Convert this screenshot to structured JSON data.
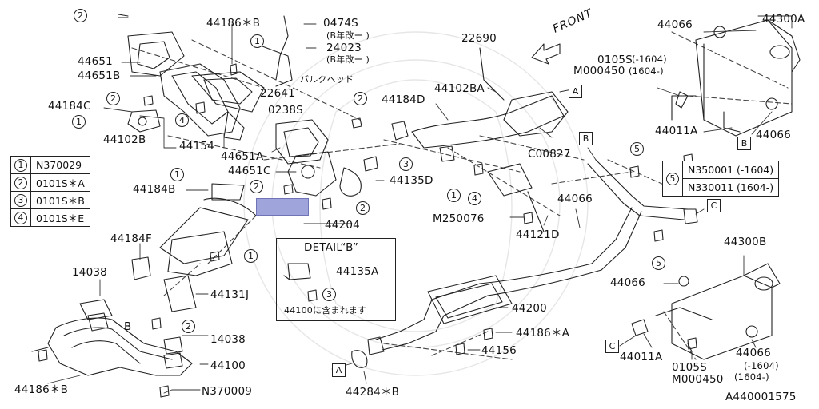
{
  "diagram": {
    "code": "A440001575",
    "front_label": "FRONT",
    "detail": {
      "title": "DETAIL“B”",
      "part": "44135A",
      "callout": "3",
      "note": "44100に含まれます"
    },
    "legend_left": [
      {
        "key": "1",
        "value": "N370029"
      },
      {
        "key": "2",
        "value": "0101S＊A"
      },
      {
        "key": "3",
        "value": "0101S＊B"
      },
      {
        "key": "4",
        "value": "0101S＊E"
      }
    ],
    "legend_right": {
      "key": "5",
      "rows": [
        "N350001 (-1604)",
        "N330011 (1604-)"
      ]
    },
    "labels": {
      "p44186B_top": "44186＊B",
      "p0474S": "0474S",
      "p0474S_note": "(B年改ー )",
      "p24023": "24023",
      "p24023_note": "(B年改ー )",
      "bulkhead": "バルクヘッド",
      "p44651": "44651",
      "p44651B": "44651B",
      "p22641": "22641",
      "p44184C": "44184C",
      "p0238S": "0238S",
      "p44102B": "44102B",
      "p44154": "44154",
      "p44651A": "44651A",
      "p44651C": "44651C",
      "p44184B": "44184B",
      "p44135D": "44135D",
      "p44204": "44204",
      "p44184D": "44184D",
      "p44102BA": "44102BA",
      "p22690": "22690",
      "pC00827": "C00827",
      "pM250076": "M250076",
      "p44121D": "44121D",
      "p44066_a": "44066",
      "p44300A": "44300A",
      "p0105S_a": "0105S",
      "pM000450_a": "M000450",
      "range_a1": "(-1604)",
      "range_a2": "(1604-)",
      "p44011A_a": "44011A",
      "p44066_b": "44066",
      "p44066_c": "44066",
      "p44184F": "44184F",
      "p14038_a": "14038",
      "p44131J": "44131J",
      "p14038_b": "14038",
      "p44100": "44100",
      "p44186B_bot": "44186＊B",
      "pN370009": "N370009",
      "p44200": "44200",
      "p44186A": "44186＊A",
      "p44156": "44156",
      "p44284B": "44284＊B",
      "p44300B": "44300B",
      "p44066_d": "44066",
      "p44011A_b": "44011A",
      "p44066_e": "44066",
      "range_b1": "(-1604)",
      "range_b2": "(1604-)",
      "p0105S_b": "0105S",
      "pM000450_b": "M000450",
      "markB": "B"
    },
    "callouts": {
      "c1": "1",
      "c2": "2",
      "c3": "3",
      "c4": "4",
      "c5": "5"
    },
    "boxes": {
      "A": "A",
      "B": "B",
      "C": "C"
    }
  }
}
